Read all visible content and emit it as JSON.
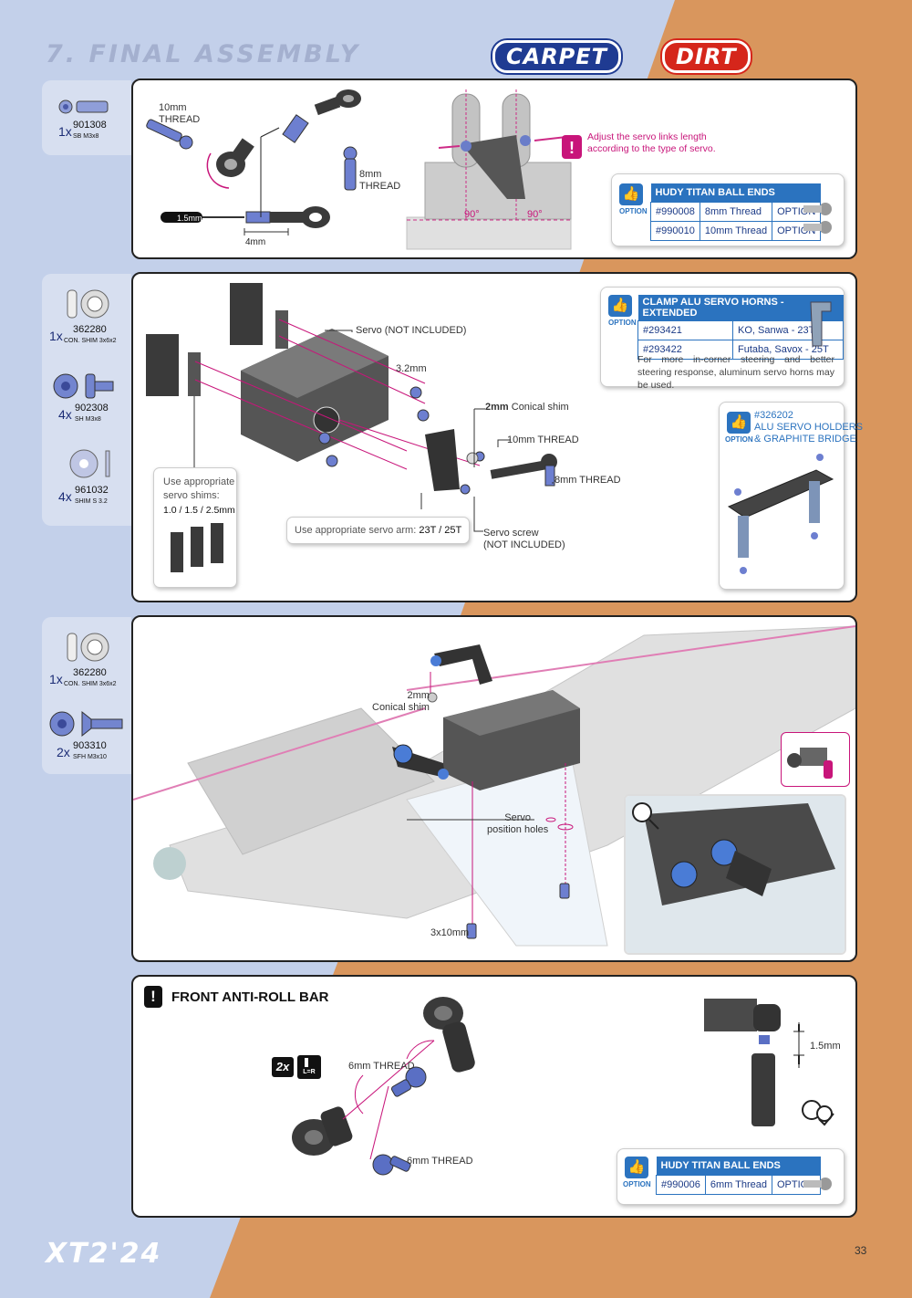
{
  "header": {
    "section_title": "7. FINAL ASSEMBLY",
    "badge_carpet": "CARPET",
    "badge_dirt": "DIRT"
  },
  "footer": {
    "model": "XT2'24",
    "page_number": "33"
  },
  "step1": {
    "parts": [
      {
        "qty": "1x",
        "code": "901308",
        "desc": "SB M3x8"
      }
    ],
    "labels": {
      "thread10": "10mm\nTHREAD",
      "thread8": "8mm\nTHREAD",
      "tool": "1.5mm",
      "dim": "4mm",
      "angle_left": "90°",
      "angle_right": "90°"
    },
    "warning": "Adjust the servo links length\naccording to the type of servo.",
    "option": {
      "icon": "thumbs-up-icon",
      "label": "OPTION",
      "title": "HUDY TITAN BALL ENDS",
      "rows": [
        [
          "#990008",
          "8mm Thread",
          "OPTION"
        ],
        [
          "#990010",
          "10mm Thread",
          "OPTION"
        ]
      ]
    }
  },
  "step2": {
    "parts": [
      {
        "qty": "1x",
        "code": "362280",
        "desc": "CON. SHIM 3x6x2"
      },
      {
        "qty": "4x",
        "code": "902308",
        "desc": "SH M3x8"
      },
      {
        "qty": "4x",
        "code": "961032",
        "desc": "SHIM S 3.2"
      }
    ],
    "labels": {
      "servo": "Servo (NOT INCLUDED)",
      "size32": "3.2mm",
      "conical_bold": "2mm",
      "conical": " Conical shim",
      "thread10": "10mm THREAD",
      "thread8": "8mm THREAD",
      "servo_screw": "Servo screw\n(NOT INCLUDED)"
    },
    "shims_note": {
      "text": "Use appropriate\nservo shims:",
      "values": "1.0 / 1.5 / 2.5mm"
    },
    "arm_note": {
      "text": "Use appropriate servo arm: ",
      "values": "23T / 25T"
    },
    "option_horns": {
      "label": "OPTION",
      "title": "CLAMP ALU SERVO HORNS - EXTENDED",
      "rows": [
        [
          "#293421",
          "KO, Sanwa - 23T"
        ],
        [
          "#293422",
          "Futaba, Savox - 25T"
        ]
      ],
      "note": "For more in-corner steering and better steering response, aluminum servo horns may be used."
    },
    "option_holders": {
      "label": "OPTION",
      "code": "#326202",
      "title": "ALU SERVO HOLDERS\n& GRAPHITE BRIDGE"
    }
  },
  "step3": {
    "parts": [
      {
        "qty": "1x",
        "code": "362280",
        "desc": "CON. SHIM 3x6x2"
      },
      {
        "qty": "2x",
        "code": "903310",
        "desc": "SFH M3x10"
      }
    ],
    "labels": {
      "conical": "2mm\nConical shim",
      "holes": "Servo\nposition holes",
      "screw": "3x10mm"
    }
  },
  "step4": {
    "title": "FRONT ANTI-ROLL BAR",
    "qty": "2x",
    "lr": "L=R",
    "labels": {
      "thread6a": "6mm THREAD",
      "thread6b": "6mm THREAD",
      "gap": "1.5mm"
    },
    "option": {
      "label": "OPTION",
      "title": "HUDY TITAN BALL ENDS",
      "rows": [
        [
          "#990006",
          "6mm Thread",
          "OPTION"
        ]
      ]
    }
  }
}
